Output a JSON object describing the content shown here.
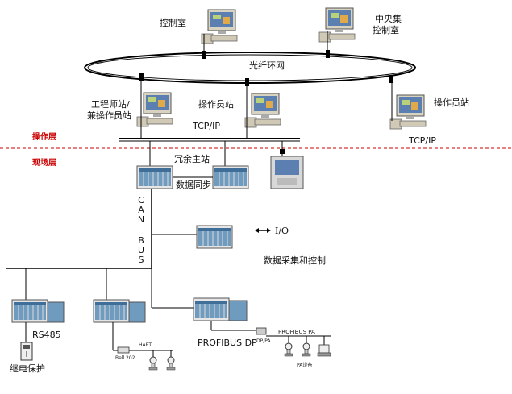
{
  "labels": {
    "control_room": "控制室",
    "central_control_room_line1": "中央集",
    "central_control_room_line2": "控制室",
    "fiber_ring": "光纤环网",
    "engineer_station_line1": "工程师站/",
    "engineer_station_line2": "兼操作员站",
    "operator_station_left": "操作员站",
    "operator_station_right": "操作员站",
    "tcpip_left": "TCP/IP",
    "tcpip_right": "TCP/IP",
    "operation_layer": "操作层",
    "field_layer": "现场层",
    "redundant_master": "冗余主站",
    "data_sync": "数据同步",
    "can_bus_letters": [
      "C",
      "A",
      "N",
      "",
      "B",
      "U",
      "S"
    ],
    "io": "I/O",
    "data_acquisition": "数据采集和控制",
    "rs485": "RS485",
    "relay_protection": "继电保护",
    "profibus_dp": "PROFIBUS DP",
    "profibus_pa": "PROFIBUS PA",
    "hart": "HART",
    "bell202": "Bell 202",
    "dp_pa": "DP/PA",
    "pa_dev": "PA设备"
  },
  "colors": {
    "layer_divider": "#cc0000",
    "layer_label": "#cc0000",
    "monitor_screen": "#5a7fb0",
    "rack": "#6f9bbf",
    "line": "#000000"
  }
}
